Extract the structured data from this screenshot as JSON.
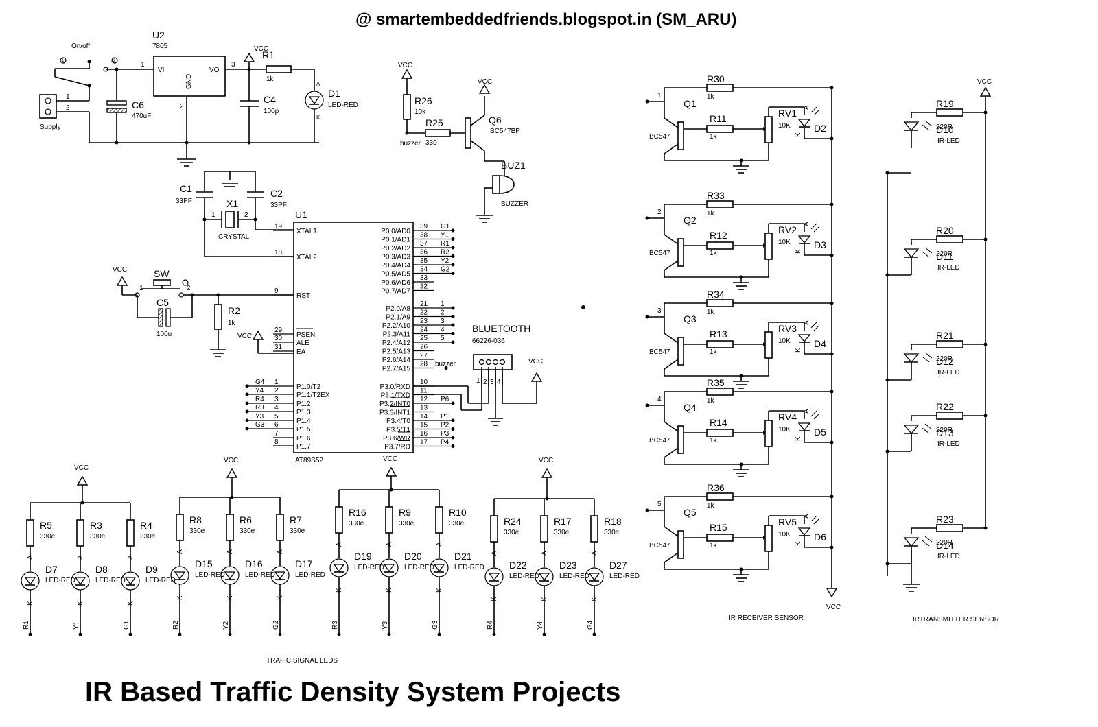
{
  "header": {
    "website": "@ smartembeddedfriends.blogspot.in (SM_ARU)",
    "title": "IR Based Traffic Density System Projects"
  },
  "section_labels": {
    "traffic_leds": "TRAFIC SIGNAL LEDS",
    "ir_receiver": "IR RECEIVER SENSOR",
    "ir_transmitter": "IRTRANSMITTER SENSOR"
  },
  "power": {
    "switch_label": "On/off",
    "supply_label": "Supply",
    "regulator_ref": "U2",
    "regulator_val": "7805",
    "vi": "VI",
    "vo": "VO",
    "gnd": "GND",
    "pin1": "1",
    "pin2": "2",
    "pin3": "3",
    "c6_ref": "C6",
    "c6_val": "470uF",
    "c4_ref": "C4",
    "c4_val": "100p",
    "r1_ref": "R1",
    "r1_val": "1k",
    "d1_ref": "D1",
    "d1_val": "LED-RED",
    "vcc": "VCC",
    "a": "A",
    "k": "K",
    "conn1": "1",
    "conn2": "2"
  },
  "oscillator": {
    "c1_ref": "C1",
    "c1_val": "33PF",
    "c2_ref": "C2",
    "c2_val": "33PF",
    "x1_ref": "X1",
    "x1_val": "CRYSTAL",
    "p1": "1",
    "p2": "2"
  },
  "reset": {
    "vcc": "VCC",
    "sw_ref": "SW",
    "c5_ref": "C5",
    "c5_val": "100u",
    "r2_ref": "R2",
    "r2_val": "1k",
    "p1": "1",
    "p2": "2",
    "vcc_ea": "VCC"
  },
  "buzzer": {
    "vcc1": "VCC",
    "vcc2": "VCC",
    "r26_ref": "R26",
    "r26_val": "10k",
    "r25_ref": "R25",
    "r25_val": "330",
    "q6_ref": "Q6",
    "q6_val": "BC547BP",
    "buz_ref": "BUZ1",
    "buz_val": "BUZZER",
    "net": "buzzer"
  },
  "bluetooth": {
    "title": "BLUETOOTH",
    "part": "66226-036",
    "vcc": "VCC",
    "pins": [
      "1",
      "2",
      "3",
      "4"
    ]
  },
  "mcu": {
    "ref": "U1",
    "part": "AT89S52",
    "left_pins": [
      {
        "num": "19",
        "name": "XTAL1",
        "net": ""
      },
      {
        "num": "18",
        "name": "XTAL2",
        "net": ""
      },
      {
        "num": "9",
        "name": "RST",
        "net": ""
      },
      {
        "num": "29",
        "name": "PSEN",
        "net": ""
      },
      {
        "num": "30",
        "name": "ALE",
        "net": ""
      },
      {
        "num": "31",
        "name": "EA",
        "net": ""
      },
      {
        "num": "1",
        "name": "P1.0/T2",
        "net": "G4"
      },
      {
        "num": "2",
        "name": "P1.1/T2EX",
        "net": "Y4"
      },
      {
        "num": "3",
        "name": "P1.2",
        "net": "R4"
      },
      {
        "num": "4",
        "name": "P1.3",
        "net": "R3"
      },
      {
        "num": "5",
        "name": "P1.4",
        "net": "Y3"
      },
      {
        "num": "6",
        "name": "P1.5",
        "net": "G3"
      },
      {
        "num": "7",
        "name": "P1.6",
        "net": ""
      },
      {
        "num": "8",
        "name": "P1.7",
        "net": ""
      }
    ],
    "right_pins": [
      {
        "num": "39",
        "name": "P0.0/AD0",
        "net": "G1"
      },
      {
        "num": "38",
        "name": "P0.1/AD1",
        "net": "Y1"
      },
      {
        "num": "37",
        "name": "P0.2/AD2",
        "net": "R1"
      },
      {
        "num": "36",
        "name": "P0.3/AD3",
        "net": "R2"
      },
      {
        "num": "35",
        "name": "P0.4/AD4",
        "net": "Y2"
      },
      {
        "num": "34",
        "name": "P0.5/AD5",
        "net": "G2"
      },
      {
        "num": "33",
        "name": "P0.6/AD6",
        "net": ""
      },
      {
        "num": "32",
        "name": "P0.7/AD7",
        "net": ""
      },
      {
        "num": "21",
        "name": "P2.0/A8",
        "net": "1"
      },
      {
        "num": "22",
        "name": "P2.1/A9",
        "net": "2"
      },
      {
        "num": "23",
        "name": "P2.2/A10",
        "net": "3"
      },
      {
        "num": "24",
        "name": "P2.3/A11",
        "net": "4"
      },
      {
        "num": "25",
        "name": "P2.4/A12",
        "net": "5"
      },
      {
        "num": "26",
        "name": "P2.5/A13",
        "net": ""
      },
      {
        "num": "27",
        "name": "P2.6/A14",
        "net": ""
      },
      {
        "num": "28",
        "name": "P2.7/A15",
        "net": "buzzer"
      },
      {
        "num": "10",
        "name": "P3.0/RXD",
        "net": ""
      },
      {
        "num": "11",
        "name": "P3.1/TXD",
        "net": ""
      },
      {
        "num": "12",
        "name": "P3.2/INT0",
        "net": "P6"
      },
      {
        "num": "13",
        "name": "P3.3/INT1",
        "net": ""
      },
      {
        "num": "14",
        "name": "P3.4/T0",
        "net": "P1"
      },
      {
        "num": "15",
        "name": "P3.5/T1",
        "net": "P2"
      },
      {
        "num": "16",
        "name": "P3.6/WR",
        "net": "P3"
      },
      {
        "num": "17",
        "name": "P3.7/RD",
        "net": "P4"
      }
    ]
  },
  "traffic_groups": [
    {
      "vcc": "VCC",
      "leds": [
        {
          "r": "R5",
          "rv": "330e",
          "d": "D7",
          "dv": "LED-RED",
          "net": "R1"
        },
        {
          "r": "R3",
          "rv": "330e",
          "d": "D8",
          "dv": "LED-RED",
          "net": "Y1"
        },
        {
          "r": "R4",
          "rv": "330e",
          "d": "D9",
          "dv": "LED-RED",
          "net": "G1"
        }
      ]
    },
    {
      "vcc": "VCC",
      "leds": [
        {
          "r": "R8",
          "rv": "330e",
          "d": "D15",
          "dv": "LED-RED",
          "net": "R2"
        },
        {
          "r": "R6",
          "rv": "330e",
          "d": "D16",
          "dv": "LED-RED",
          "net": "Y2"
        },
        {
          "r": "R7",
          "rv": "330e",
          "d": "D17",
          "dv": "LED-RED",
          "net": "G2"
        }
      ]
    },
    {
      "vcc": "VCC",
      "leds": [
        {
          "r": "R16",
          "rv": "330e",
          "d": "D19",
          "dv": "LED-RED",
          "net": "R3"
        },
        {
          "r": "R9",
          "rv": "330e",
          "d": "D20",
          "dv": "LED-RED",
          "net": "Y3"
        },
        {
          "r": "R10",
          "rv": "330e",
          "d": "D21",
          "dv": "LED-RED",
          "net": "G3"
        }
      ]
    },
    {
      "vcc": "VCC",
      "leds": [
        {
          "r": "R24",
          "rv": "330e",
          "d": "D22",
          "dv": "LED-RED",
          "net": "R4"
        },
        {
          "r": "R17",
          "rv": "330e",
          "d": "D23",
          "dv": "LED-RED",
          "net": "Y4"
        },
        {
          "r": "R18",
          "rv": "330e",
          "d": "D27",
          "dv": "LED-RED",
          "net": "G4"
        }
      ]
    }
  ],
  "receivers": [
    {
      "net": "1",
      "q": "Q1",
      "qv": "BC547",
      "rtop": "R30",
      "rtopv": "1k",
      "rb": "R11",
      "rbv": "1k",
      "rv": "RV1",
      "rvv": "10K",
      "d": "D2"
    },
    {
      "net": "2",
      "q": "Q2",
      "qv": "BC547",
      "rtop": "R33",
      "rtopv": "1k",
      "rb": "R12",
      "rbv": "1k",
      "rv": "RV2",
      "rvv": "10K",
      "d": "D3"
    },
    {
      "net": "3",
      "q": "Q3",
      "qv": "BC547",
      "rtop": "R34",
      "rtopv": "1k",
      "rb": "R13",
      "rbv": "1k",
      "rv": "RV3",
      "rvv": "10K",
      "d": "D4"
    },
    {
      "net": "4",
      "q": "Q4",
      "qv": "BC547",
      "rtop": "R35",
      "rtopv": "1k",
      "rb": "R14",
      "rbv": "1k",
      "rv": "RV4",
      "rvv": "10K",
      "d": "D5"
    },
    {
      "net": "5",
      "q": "Q5",
      "qv": "BC547",
      "rtop": "R36",
      "rtopv": "1k",
      "rb": "R15",
      "rbv": "1k",
      "rv": "RV5",
      "rvv": "10K",
      "d": "D6"
    }
  ],
  "receiver_vcc": "VCC",
  "transmitters": [
    {
      "r": "R19",
      "rv": "220R",
      "d": "D10",
      "dv": "IR-LED"
    },
    {
      "r": "R20",
      "rv": "220R",
      "d": "D11",
      "dv": "IR-LED"
    },
    {
      "r": "R21",
      "rv": "220R",
      "d": "D12",
      "dv": "IR-LED"
    },
    {
      "r": "R22",
      "rv": "220R",
      "d": "D13",
      "dv": "IR-LED"
    },
    {
      "r": "R23",
      "rv": "220R",
      "d": "D14",
      "dv": "IR-LED"
    }
  ],
  "transmitter_vcc": "VCC"
}
